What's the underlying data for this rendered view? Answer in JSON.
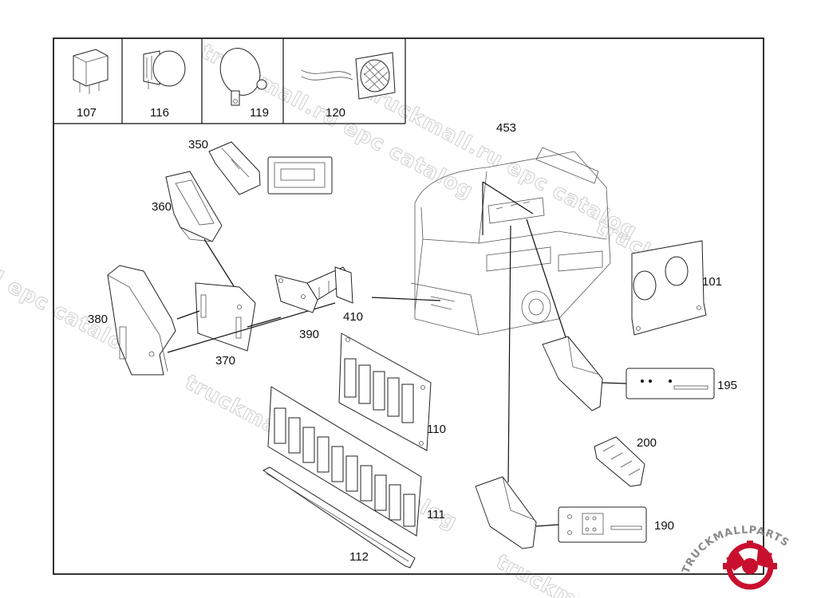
{
  "watermark": {
    "text_catalog": "truckmall.ru epc catalog",
    "text_epc": "l epc catalo",
    "text_short": "truckmall.ru epc catalog",
    "text_left": "truckma"
  },
  "inset_parts": [
    {
      "id": "107",
      "icon": "relay-icon"
    },
    {
      "id": "116",
      "icon": "buzzer-icon"
    },
    {
      "id": "119",
      "icon": "horn-icon"
    },
    {
      "id": "120",
      "icon": "speaker-icon"
    }
  ],
  "callouts": {
    "p101": "101",
    "p110": "110",
    "p111": "111",
    "p112": "112",
    "p190": "190",
    "p195": "195",
    "p200": "200",
    "p350": "350",
    "p360": "360",
    "p370": "370",
    "p380": "380",
    "p390": "390",
    "p410": "410",
    "p453": "453"
  },
  "logo": {
    "text": "TRUCKMALLPARTS",
    "icon": "gear-logo-icon",
    "colors": {
      "primary": "#c8102e",
      "text": "#8a8a8a"
    }
  }
}
